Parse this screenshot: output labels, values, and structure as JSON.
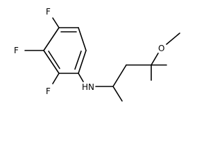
{
  "structure": {
    "atoms": {
      "f_top": "F",
      "f_mid": "F",
      "f_low": "F",
      "nh": "HN",
      "o": "O"
    },
    "colors": {
      "bond": "#000000",
      "label": "#000000",
      "background": "#ffffff"
    }
  }
}
